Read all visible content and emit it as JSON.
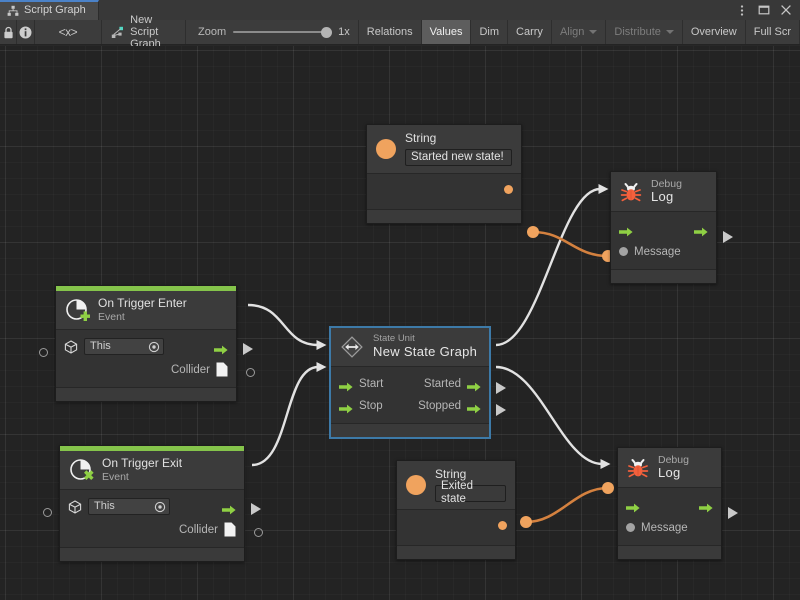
{
  "window": {
    "tab": {
      "label": "Script Graph",
      "icon": "script-graph-icon"
    },
    "controls": [
      {
        "name": "more-options-icon",
        "glyph": "kebab"
      },
      {
        "name": "maximize-icon",
        "glyph": "square"
      },
      {
        "name": "close-icon",
        "glyph": "x"
      }
    ]
  },
  "toolbar": {
    "lock_icon": "lock-icon",
    "info_icon": "info-icon",
    "code_icon": "code-icon",
    "code_label": "<x>",
    "breadcrumb": {
      "icon": "graph-node-icon",
      "label": "New Script Graph"
    },
    "zoom": {
      "label": "Zoom",
      "value": "1x",
      "percent": 100
    },
    "buttons": [
      {
        "label": "Relations",
        "state": "normal"
      },
      {
        "label": "Values",
        "state": "active"
      },
      {
        "label": "Dim",
        "state": "normal"
      },
      {
        "label": "Carry",
        "state": "normal"
      },
      {
        "label": "Align",
        "state": "dim",
        "caret": true
      },
      {
        "label": "Distribute",
        "state": "dim",
        "caret": true
      },
      {
        "label": "Overview",
        "state": "normal"
      },
      {
        "label": "Full Scr",
        "state": "normal"
      }
    ]
  },
  "graph": {
    "nodes": {
      "string_top": {
        "title": "String",
        "value": "Started new state!",
        "icon": "string-value-icon",
        "output_port": "string-output-port"
      },
      "string_bottom": {
        "title": "String",
        "value": "Exited state",
        "icon": "string-value-icon",
        "output_port": "string-output-port"
      },
      "debug_log_top": {
        "title_line1": "Debug",
        "title_line2": "Log",
        "icon": "bug-icon",
        "message_label": "Message"
      },
      "debug_log_bottom": {
        "title_line1": "Debug",
        "title_line2": "Log",
        "icon": "bug-icon",
        "message_label": "Message"
      },
      "on_trigger_enter": {
        "title": "On Trigger Enter",
        "subtitle": "Event",
        "icon": "event-plus-icon",
        "target_value": "This",
        "collider_label": "Collider"
      },
      "on_trigger_exit": {
        "title": "On Trigger Exit",
        "subtitle": "Event",
        "icon": "event-cross-icon",
        "target_value": "This",
        "collider_label": "Collider"
      },
      "state_unit": {
        "title": "State Unit",
        "subtitle": "New State Graph",
        "icon": "state-unit-icon",
        "in_start": "Start",
        "in_stop": "Stop",
        "out_started": "Started",
        "out_stopped": "Stopped",
        "selected": true
      }
    }
  },
  "colors": {
    "event_accent": "#85c44b",
    "flow_green": "#8fd044",
    "value_orange": "#f0a35e",
    "selection_blue": "#3d7aa8",
    "tab_active_blue": "#4b82c8",
    "bug_red": "#f4603c",
    "canvas_bg": "#232323"
  }
}
